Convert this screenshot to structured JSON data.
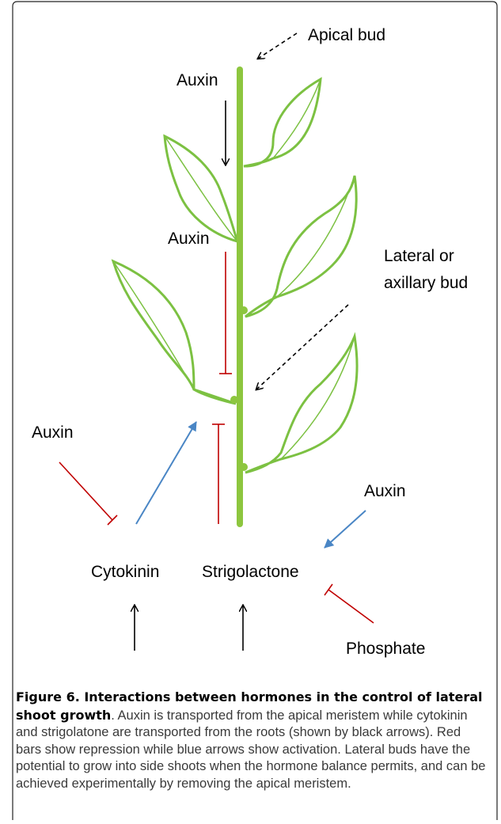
{
  "labels": {
    "apical_bud": "Apical bud",
    "auxin_top": "Auxin",
    "auxin_mid": "Auxin",
    "lateral_bud_line1": "Lateral or",
    "lateral_bud_line2": "axillary bud",
    "auxin_left": "Auxin",
    "auxin_right": "Auxin",
    "cytokinin": "Cytokinin",
    "strigolactone": "Strigolactone",
    "phosphate": "Phosphate"
  },
  "caption": {
    "title": "Figure 6. Interactions between hormones in the control of lateral shoot growth",
    "body": ". Auxin is transported from the apical meristem while cytokinin and strigolatone are transported from the roots (shown by black arrows). Red bars show repression while blue arrows show activation. Lateral buds have the potential to grow into side shoots when the hormone balance permits, and can be achieved experimentally by removing the apical meristem."
  },
  "colors": {
    "stem": "#8dc63f",
    "leaf_outline": "#7cc142",
    "repression": "#c00000",
    "activation": "#4a86c5",
    "arrow": "#000000"
  }
}
